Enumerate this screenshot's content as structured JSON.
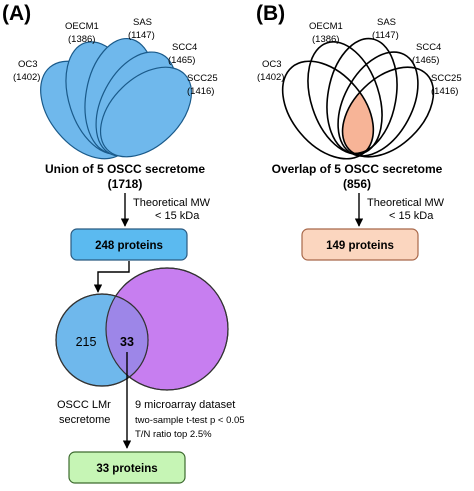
{
  "panels": {
    "a_label": "(A)",
    "b_label": "(B)"
  },
  "cell_lines": [
    {
      "name": "OC3",
      "count": "(1402)"
    },
    {
      "name": "OECM1",
      "count": "(1386)"
    },
    {
      "name": "SAS",
      "count": "(1147)"
    },
    {
      "name": "SCC4",
      "count": "(1465)"
    },
    {
      "name": "SCC25",
      "count": "(1416)"
    }
  ],
  "union": {
    "title": "Union of 5 OSCC secretome",
    "count": "(1718)"
  },
  "overlap": {
    "title": "Overlap of 5 OSCC secretome",
    "count": "(856)"
  },
  "filter": {
    "line1": "Theoretical MW",
    "line2": "< 15 kDa"
  },
  "boxes": {
    "union_result": "248 proteins",
    "overlap_result": "149 proteins",
    "final_result": "33 proteins"
  },
  "venn": {
    "left_only": "215",
    "intersection": "33",
    "left_label_1": "OSCC LMr",
    "left_label_2": "secretome"
  },
  "microarray": {
    "line1": "9 microarray dataset",
    "line2": "two-sample t-test p < 0.05",
    "line3": "T/N ratio top 2.5%"
  },
  "colors": {
    "blue_fill": "#6fb8ec",
    "blue_box": "#5bbaf0",
    "peach_fill": "#f7b497",
    "peach_box": "#fbd6bf",
    "purple_fill": "#c77ef0",
    "green_box": "#c6f5b5"
  }
}
